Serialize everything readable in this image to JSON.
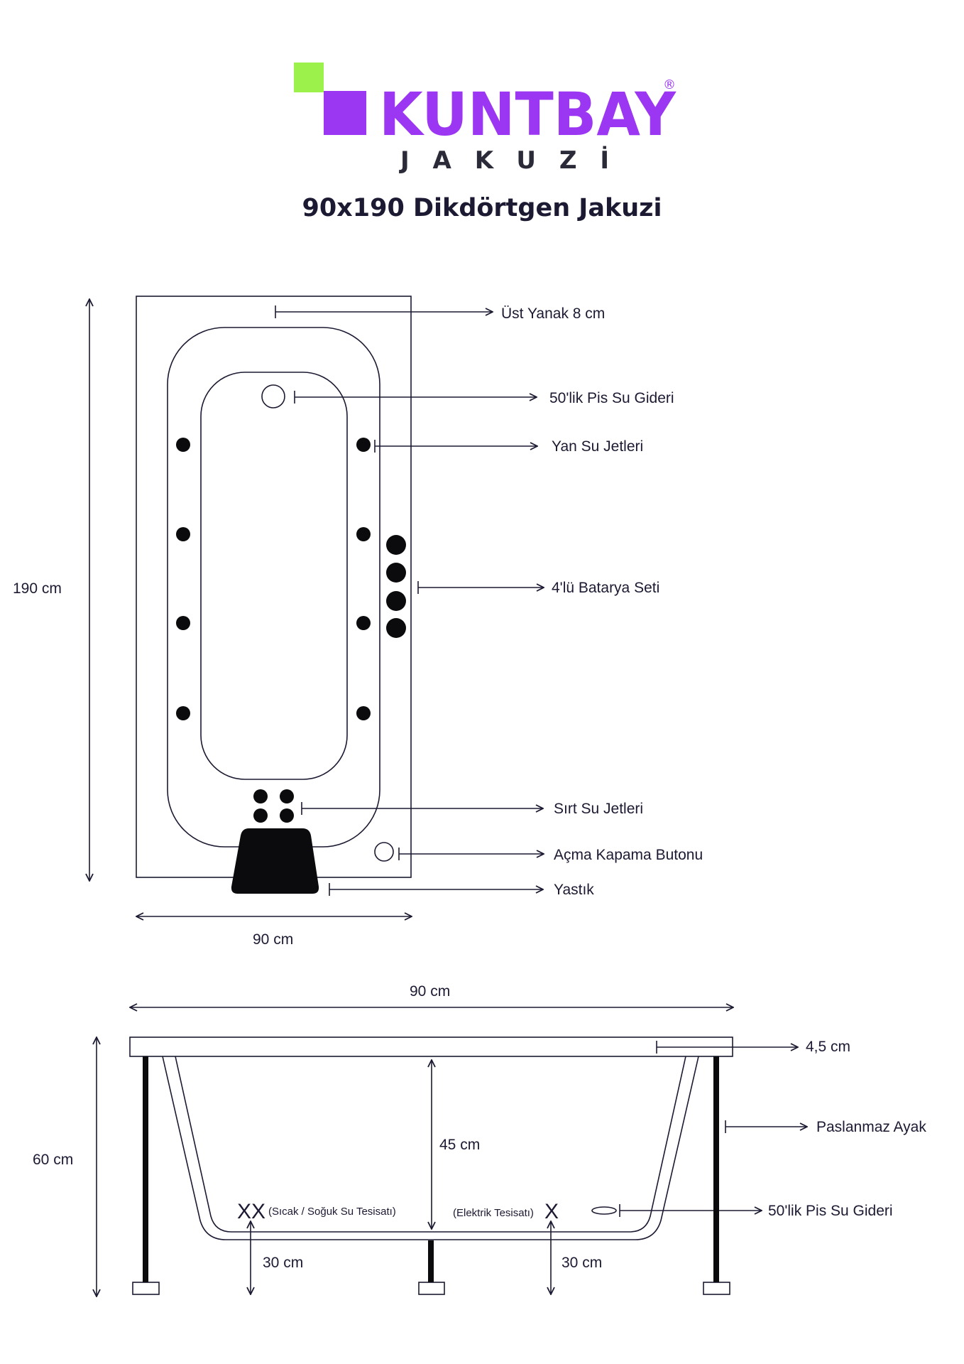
{
  "logo": {
    "brand": "KUNTBAY",
    "sub": "JAKUZİ",
    "registered": "®",
    "colors": {
      "purple": "#9b36f2",
      "green": "#9cf24b",
      "sub_text": "#2a2a38"
    }
  },
  "title": "90x190 Dikdörtgen Jakuzi",
  "top_view": {
    "height": "190 cm",
    "width": "90 cm",
    "callouts": {
      "ust_yanak": "Üst Yanak 8 cm",
      "pis_su": "50'lik Pis Su Gideri",
      "yan_jetler": "Yan Su Jetleri",
      "batarya": "4'lü Batarya Seti",
      "sirt_jetler": "Sırt Su Jetleri",
      "buton": "Açma Kapama Butonu",
      "yastik": "Yastık"
    }
  },
  "side_view": {
    "width": "90 cm",
    "height": "60 cm",
    "depth": "45 cm",
    "rim": "4,5 cm",
    "ayak": "Paslanmaz Ayak",
    "pis_su": "50'lik Pis Su Gideri",
    "water_mark": "XX",
    "water_label": "(Sıcak / Soğuk Su Tesisatı)",
    "elec_label": "(Elektrik Tesisatı)",
    "elec_mark": "X",
    "left_height": "30 cm",
    "right_height": "30 cm"
  },
  "colors": {
    "line": "#1b1a32",
    "fill": "#0b0b0d"
  }
}
